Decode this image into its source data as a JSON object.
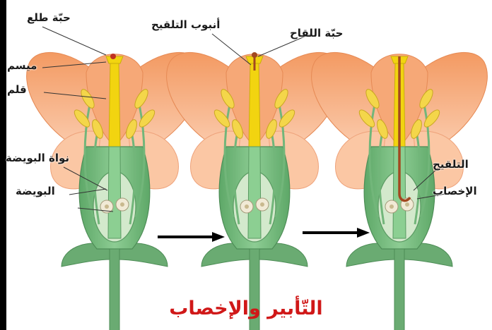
{
  "title": "التّأبير والإخصاب",
  "labels": {
    "pollen_grain": "حبّة طلع",
    "stigma": "ميسم",
    "style": "قلم",
    "ovule_nucleus": "نواة البويضة",
    "ovule": "البويضة",
    "pollen_tube": "أنبوب التلقيح",
    "pollen_seed": "حبّة اللقاح",
    "pollination": "التلقيح",
    "fertilization": "الإخصاب"
  },
  "colors": {
    "petal": "#f4a070",
    "petal_light": "#fac9a8",
    "stem": "#72b67a",
    "ovary": "#cfe6c8",
    "style": "#f2d410",
    "tube": "#a24820",
    "title": "#d01818"
  }
}
